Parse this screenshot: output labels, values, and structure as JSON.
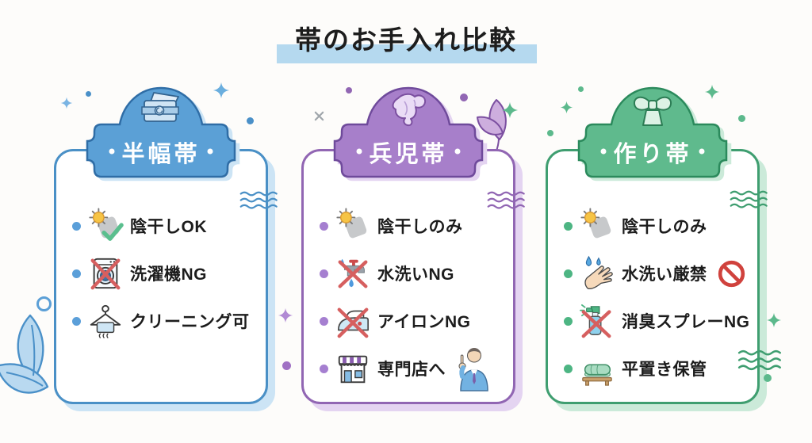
{
  "title": {
    "text": "帯のお手入れ比較"
  },
  "colors": {
    "title_highlight": "#b5d9ef",
    "ng_red": "#d65f5f",
    "themes": {
      "blue": {
        "card_border": "#4a90c6",
        "badge_fill": "#5ba0d6",
        "badge_border": "#2f6da6",
        "drop_shadow": "#cce4f5",
        "bullet": "#5b9fd9"
      },
      "purple": {
        "card_border": "#9166b3",
        "badge_fill": "#a77fca",
        "badge_border": "#6f4a9b",
        "drop_shadow": "#e4d4f1",
        "bullet": "#a57fd0"
      },
      "green": {
        "card_border": "#3f9e70",
        "badge_fill": "#5fba8d",
        "badge_border": "#2b8a5c",
        "drop_shadow": "#cbead9",
        "bullet": "#4db583"
      }
    }
  },
  "cards": [
    {
      "id": "hanhaba",
      "name": "半幅帯",
      "theme": "blue",
      "badge_icon": "folded-obi-icon",
      "items": [
        {
          "icon": "sun-shade-dry-ok-icon",
          "label": "陰干しOK"
        },
        {
          "icon": "washing-machine-ng-icon",
          "label": "洗濯機NG"
        },
        {
          "icon": "hanger-cleaning-icon",
          "label": "クリーニング可"
        }
      ]
    },
    {
      "id": "heko",
      "name": "兵児帯",
      "theme": "purple",
      "badge_icon": "soft-cloth-icon",
      "items": [
        {
          "icon": "sun-shade-dry-icon",
          "label": "陰干しのみ"
        },
        {
          "icon": "faucet-water-ng-icon",
          "label": "水洗いNG"
        },
        {
          "icon": "iron-ng-icon",
          "label": "アイロンNG"
        },
        {
          "icon": "specialty-store-icon",
          "label": "専門店へ",
          "suffix_icon": "clerk-pointing-icon"
        }
      ]
    },
    {
      "id": "tsukuri",
      "name": "作り帯",
      "theme": "green",
      "badge_icon": "ribbon-bow-icon",
      "items": [
        {
          "icon": "sun-shade-dry-icon",
          "label": "陰干しのみ"
        },
        {
          "icon": "hand-water-drops-icon",
          "label": "水洗い厳禁",
          "suffix_icon": "prohibition-icon"
        },
        {
          "icon": "deodorant-spray-ng-icon",
          "label": "消臭スプレーNG"
        },
        {
          "icon": "flat-storage-icon",
          "label": "平置き保管"
        }
      ]
    }
  ]
}
